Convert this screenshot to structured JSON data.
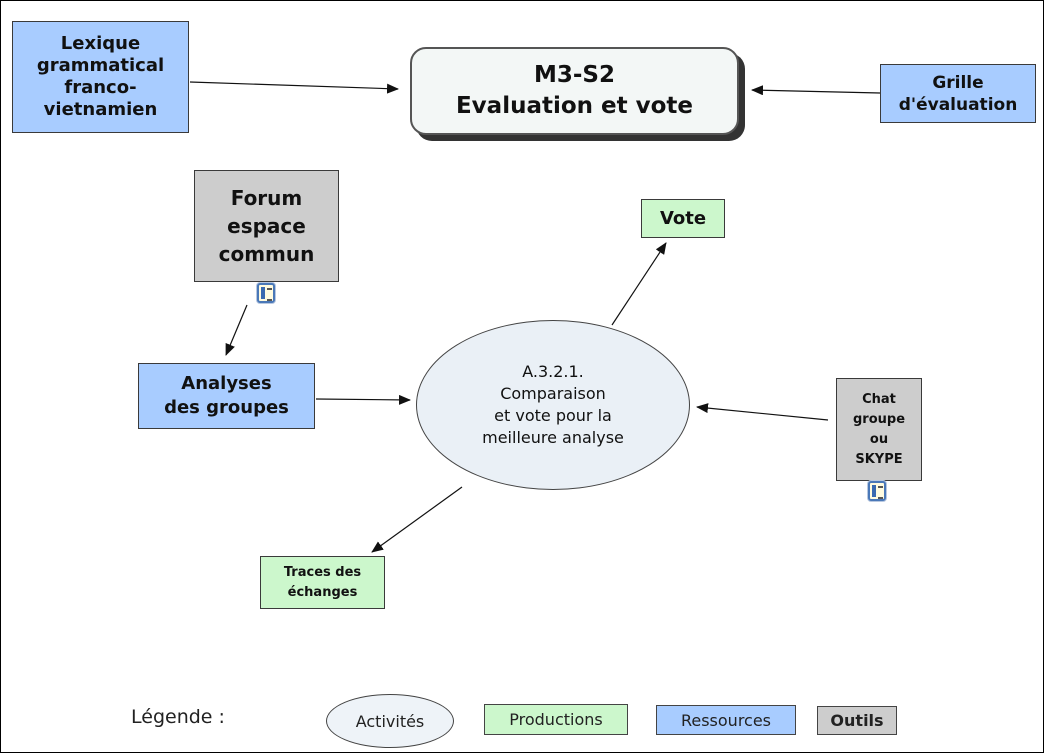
{
  "diagram": {
    "title": "M3-S2\nEvaluation et vote",
    "resources": {
      "lexique": "Lexique\ngrammatical\nfranco-\nvietnamien",
      "grille": "Grille\nd'évaluation",
      "analyses": "Analyses\ndes groupes"
    },
    "tools": {
      "forum": "Forum\nespace\ncommun",
      "chat": "Chat\ngroupe\nou\nSKYPE"
    },
    "productions": {
      "vote": "Vote",
      "traces": "Traces des\néchanges"
    },
    "activity": "A.3.2.1.\nComparaison\net vote pour la\nmeilleure analyse"
  },
  "legend": {
    "label": "Légende :",
    "activites": "Activités",
    "productions": "Productions",
    "ressources": "Ressources",
    "outils": "Outils"
  }
}
